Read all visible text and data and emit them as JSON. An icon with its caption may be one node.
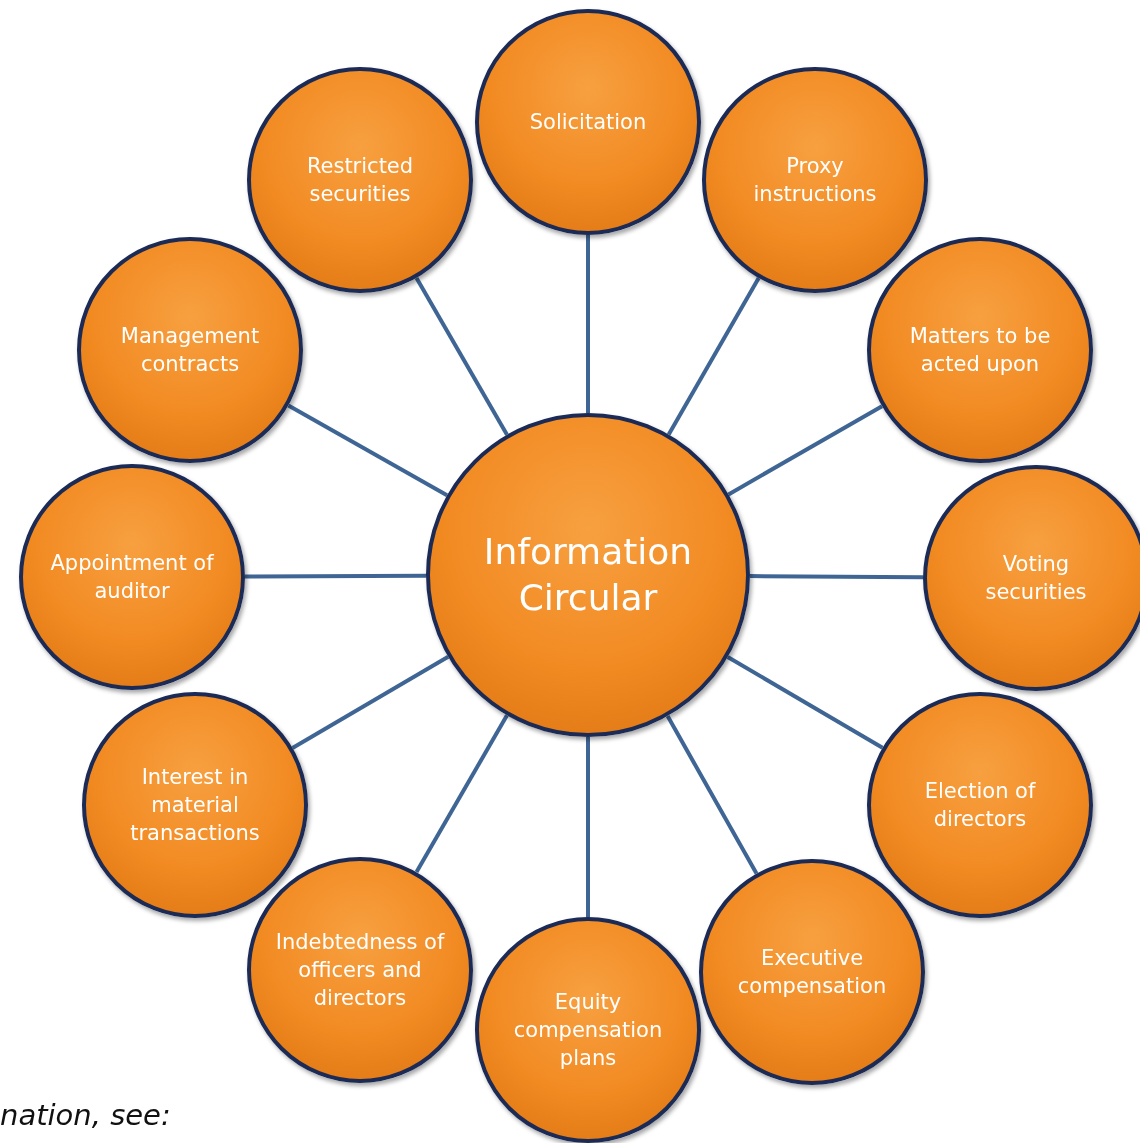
{
  "diagram": {
    "nodes": [
      {
        "text": [
          "Information Circular"
        ]
      },
      {
        "text": [
          "Solicitation"
        ]
      },
      {
        "text": [
          "Proxy instructions"
        ]
      },
      {
        "text": [
          "Matters to be acted upon"
        ]
      },
      {
        "text": [
          "Voting securities"
        ]
      },
      {
        "text": [
          "Election of directors"
        ]
      },
      {
        "text": [
          "Executive compensation"
        ]
      },
      {
        "text": [
          "Equity compensation plans"
        ]
      },
      {
        "text": [
          "Indebtedness of officers and directors"
        ]
      },
      {
        "text": [
          "Interest in material transactions"
        ]
      },
      {
        "text": [
          "Appointment of auditor"
        ]
      },
      {
        "text": [
          "Management contracts"
        ]
      },
      {
        "text": [
          "Restricted securities"
        ]
      }
    ],
    "edges": [
      {
        "from": 0,
        "to": 1,
        "arrow": "none"
      },
      {
        "from": 0,
        "to": 2,
        "arrow": "none"
      },
      {
        "from": 0,
        "to": 3,
        "arrow": "none"
      },
      {
        "from": 0,
        "to": 4,
        "arrow": "none"
      },
      {
        "from": 0,
        "to": 5,
        "arrow": "none"
      },
      {
        "from": 0,
        "to": 6,
        "arrow": "none"
      },
      {
        "from": 0,
        "to": 7,
        "arrow": "none"
      },
      {
        "from": 0,
        "to": 8,
        "arrow": "none"
      },
      {
        "from": 0,
        "to": 9,
        "arrow": "none"
      },
      {
        "from": 0,
        "to": 10,
        "arrow": "none"
      },
      {
        "from": 0,
        "to": 11,
        "arrow": "none"
      },
      {
        "from": 0,
        "to": 12,
        "arrow": "none"
      }
    ],
    "labels": [
      "nation, see:"
    ]
  }
}
